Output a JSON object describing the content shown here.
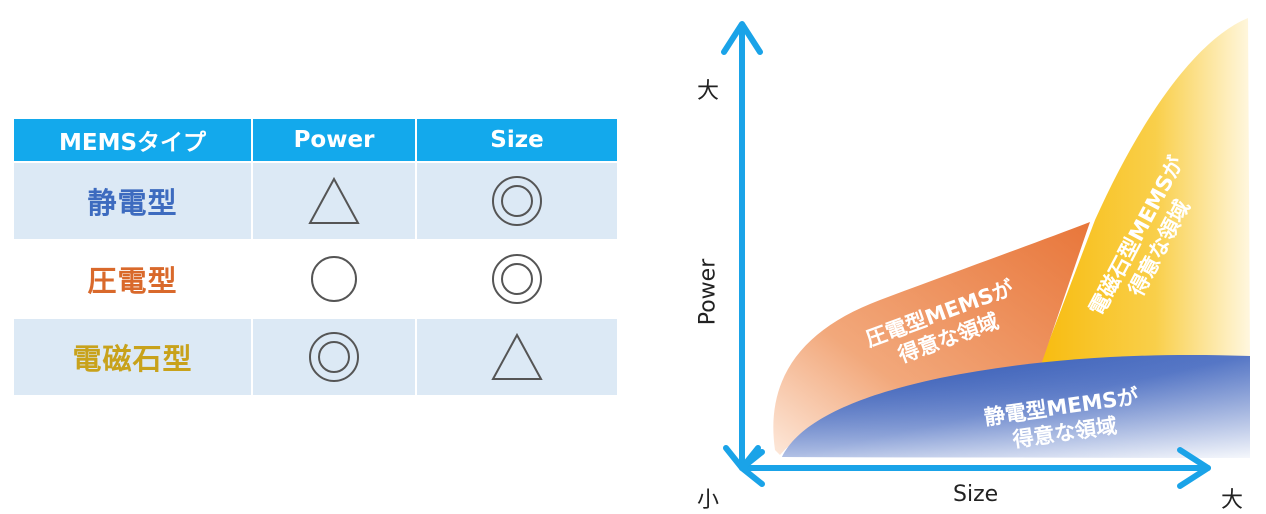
{
  "table": {
    "headers": [
      "MEMSタイプ",
      "Power",
      "Size"
    ],
    "rows": [
      {
        "type": "静電型",
        "type_color": "#3d6bbf",
        "power": "triangle",
        "size": "double-circle"
      },
      {
        "type": "圧電型",
        "type_color": "#d9692b",
        "power": "circle",
        "size": "double-circle"
      },
      {
        "type": "電磁石型",
        "type_color": "#c8a21b",
        "power": "double-circle",
        "size": "triangle"
      }
    ]
  },
  "diagram": {
    "y_axis_label": "Power",
    "x_axis_label": "Size",
    "y_max_label": "大",
    "x_max_label": "大",
    "origin_label": "小",
    "regions": {
      "piezo": {
        "line1": "圧電型MEMSが",
        "line2": "得意な領域"
      },
      "electromagnetic": {
        "line1": "電磁石型MEMSが",
        "line2": "得意な領域"
      },
      "electrostatic": {
        "line1": "静電型MEMSが",
        "line2": "得意な領域"
      }
    },
    "colors": {
      "axis": "#1aa3e8",
      "piezo": "#e8773a",
      "electromagnetic": "#f7c21e",
      "electrostatic": "#4466b8"
    }
  }
}
